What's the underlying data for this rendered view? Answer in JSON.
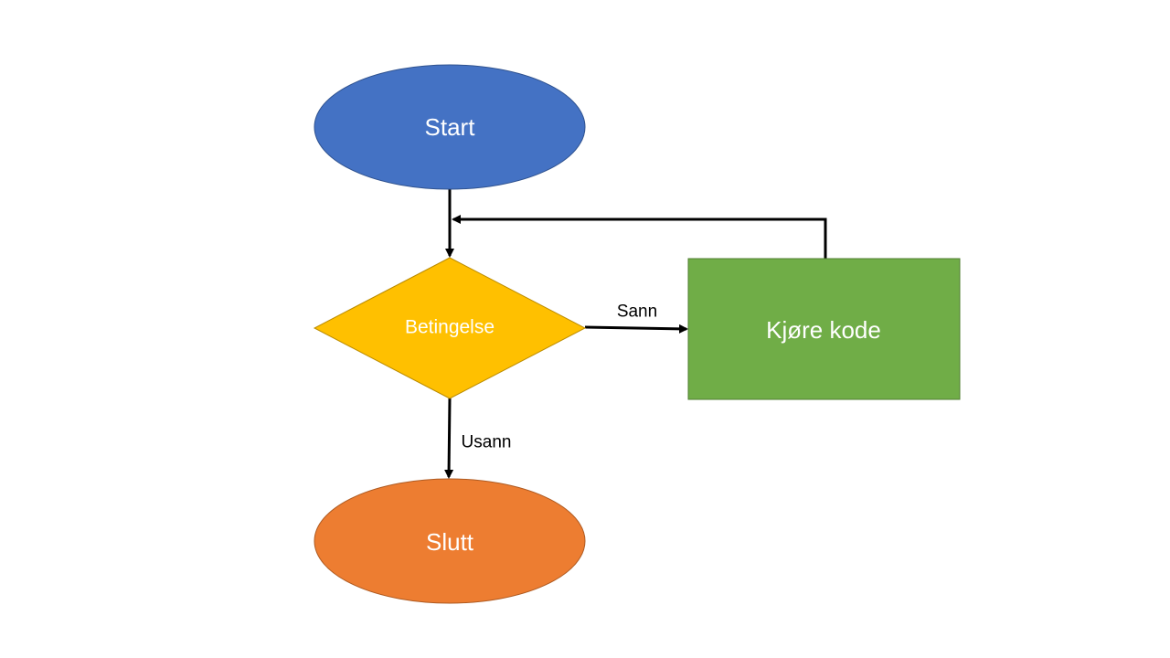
{
  "colors": {
    "start": "#4472C4",
    "start_border": "#2F528F",
    "condition": "#FFC000",
    "condition_border": "#BC8C00",
    "process": "#70AD47",
    "process_border": "#507E32",
    "end": "#ED7D31",
    "end_border": "#AE5A21",
    "edge": "#000000"
  },
  "nodes": {
    "start": "Start",
    "condition": "Betingelse",
    "process": "Kjøre kode",
    "end": "Slutt"
  },
  "edges": {
    "true_label": "Sann",
    "false_label": "Usann"
  }
}
